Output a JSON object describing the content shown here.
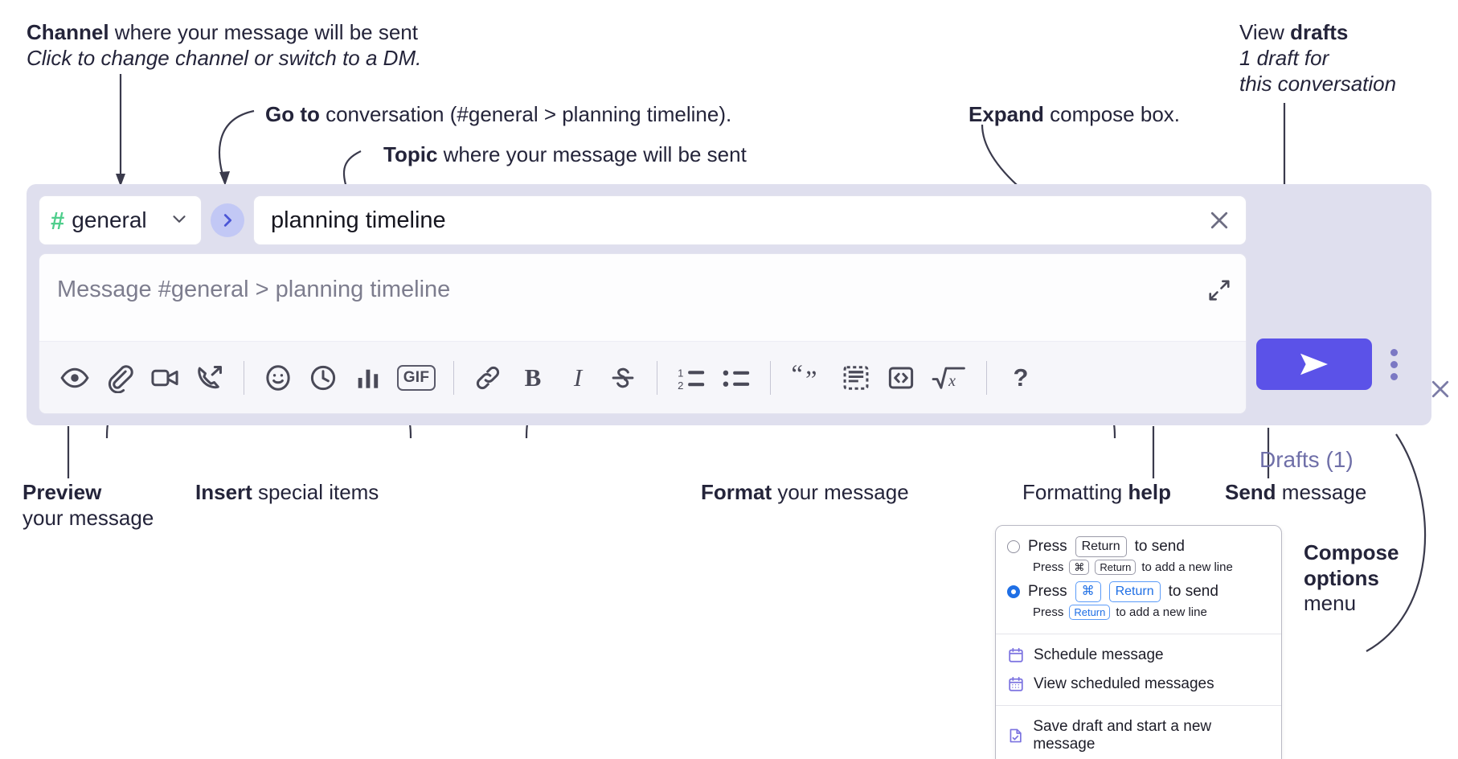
{
  "annotations": {
    "channel": {
      "bold": "Channel",
      "rest": " where your message will be sent",
      "italic": "Click to change channel or switch to a DM."
    },
    "goto": {
      "bold": "Go to",
      "rest": " conversation (#general > planning timeline)."
    },
    "topic": {
      "bold": "Topic",
      "rest": " where your message will be sent"
    },
    "expand": {
      "bold": "Expand",
      "rest": " compose box."
    },
    "drafts": {
      "bold_lead": "View ",
      "bold": "drafts",
      "italic_line1": "1 draft for",
      "italic_line2": "this conversation"
    },
    "preview": {
      "bold": "Preview",
      "line2": "your message"
    },
    "insert": {
      "bold": "Insert",
      "rest": " special items"
    },
    "format": {
      "bold": "Format",
      "rest": " your message"
    },
    "help": {
      "lead": "Formatting ",
      "bold": "help"
    },
    "send": {
      "bold": "Send",
      "rest": " message"
    },
    "compose_options": {
      "bold_line1": "Compose",
      "bold_line2": "options",
      "line3": "menu"
    }
  },
  "compose": {
    "channel": {
      "hash": "#",
      "name": "general",
      "chevron_icon": "chevron-down-icon"
    },
    "goto_button": {
      "icon": "chevron-right-icon"
    },
    "topic": {
      "value": "planning timeline",
      "clear_icon": "close-icon"
    },
    "message": {
      "placeholder": "Message #general > planning timeline",
      "value": "",
      "expand_icon": "expand-icon"
    },
    "panel_close_icon": "close-icon",
    "drafts_link": "Drafts (1)",
    "send_button": {
      "label": "",
      "icon": "send-paper-plane-icon",
      "color": "#5b52e8"
    },
    "compose_options_icon": "kebab-vertical-icon",
    "toolbar": [
      {
        "name": "preview-icon",
        "label": "Preview"
      },
      {
        "name": "attachment-paperclip-icon",
        "label": "Attach file"
      },
      {
        "name": "video-camera-icon",
        "label": "Video clip"
      },
      {
        "name": "audio-call-icon",
        "label": "Audio clip"
      },
      {
        "name": "separator",
        "label": ""
      },
      {
        "name": "emoji-smiley-icon",
        "label": "Emoji"
      },
      {
        "name": "clock-icon",
        "label": "Reminder"
      },
      {
        "name": "bar-chart-icon",
        "label": "Poll"
      },
      {
        "name": "gif-icon",
        "label": "GIF"
      },
      {
        "name": "separator",
        "label": ""
      },
      {
        "name": "link-icon",
        "label": "Link"
      },
      {
        "name": "bold-icon",
        "label": "B"
      },
      {
        "name": "italic-icon",
        "label": "I"
      },
      {
        "name": "strikethrough-icon",
        "label": "Strikethrough"
      },
      {
        "name": "separator",
        "label": ""
      },
      {
        "name": "ordered-list-icon",
        "label": "Ordered list"
      },
      {
        "name": "bulleted-list-icon",
        "label": "Bulleted list"
      },
      {
        "name": "separator",
        "label": ""
      },
      {
        "name": "blockquote-icon",
        "label": "Blockquote"
      },
      {
        "name": "code-block-icon",
        "label": "Code block"
      },
      {
        "name": "inline-code-icon",
        "label": "Code"
      },
      {
        "name": "math-icon",
        "label": "Math"
      },
      {
        "name": "separator",
        "label": ""
      },
      {
        "name": "help-question-icon",
        "label": "?"
      }
    ]
  },
  "menu": {
    "options": [
      {
        "selected": false,
        "line1_pre": "Press",
        "line1_key": "Return",
        "line1_post": "to send",
        "line2_pre": "Press",
        "line2_key1": "⌘",
        "line2_key2": "Return",
        "line2_post": "to add a new line"
      },
      {
        "selected": true,
        "line1_pre": "Press",
        "line1_key1": "⌘",
        "line1_key2": "Return",
        "line1_post": "to send",
        "line2_pre": "Press",
        "line2_key": "Return",
        "line2_post": "to add a new line"
      }
    ],
    "items": [
      {
        "icon": "calendar-schedule-icon",
        "label": "Schedule message"
      },
      {
        "icon": "calendar-grid-icon",
        "label": "View scheduled messages"
      },
      {
        "icon": "save-draft-icon",
        "label": "Save draft and start a new message"
      }
    ]
  },
  "colors": {
    "panel_bg": "#dfdfee",
    "send_button": "#5b52e8",
    "hash_green": "#4fce8c",
    "goto_circle": "#c2c8f5",
    "drafts_text": "#6f6fa8",
    "radio_blue": "#1f6fe5",
    "menu_icon_purple": "#7b72e0"
  }
}
